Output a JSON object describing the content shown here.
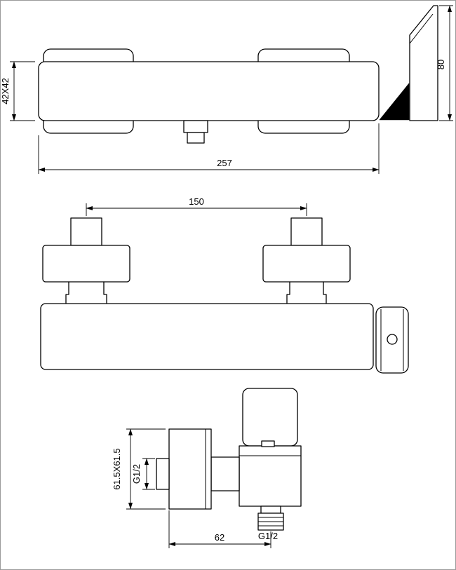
{
  "drawing": {
    "kind": "faucet-technical-drawing-3-views",
    "colors": {
      "line": "#000000",
      "background": "#ffffff",
      "frame_border": "#9a9a9a"
    },
    "top_view": {
      "dim_body_section": "42X42",
      "dim_overall_length": "257",
      "dim_handle_plate_height": "80"
    },
    "front_view": {
      "dim_inlet_centers": "150"
    },
    "side_view": {
      "dim_escutcheon_plate": "61.5X61.5",
      "dim_inlet_thread": "G1/2",
      "dim_outlet_thread": "G1/2",
      "dim_outlet_offset": "62"
    }
  }
}
